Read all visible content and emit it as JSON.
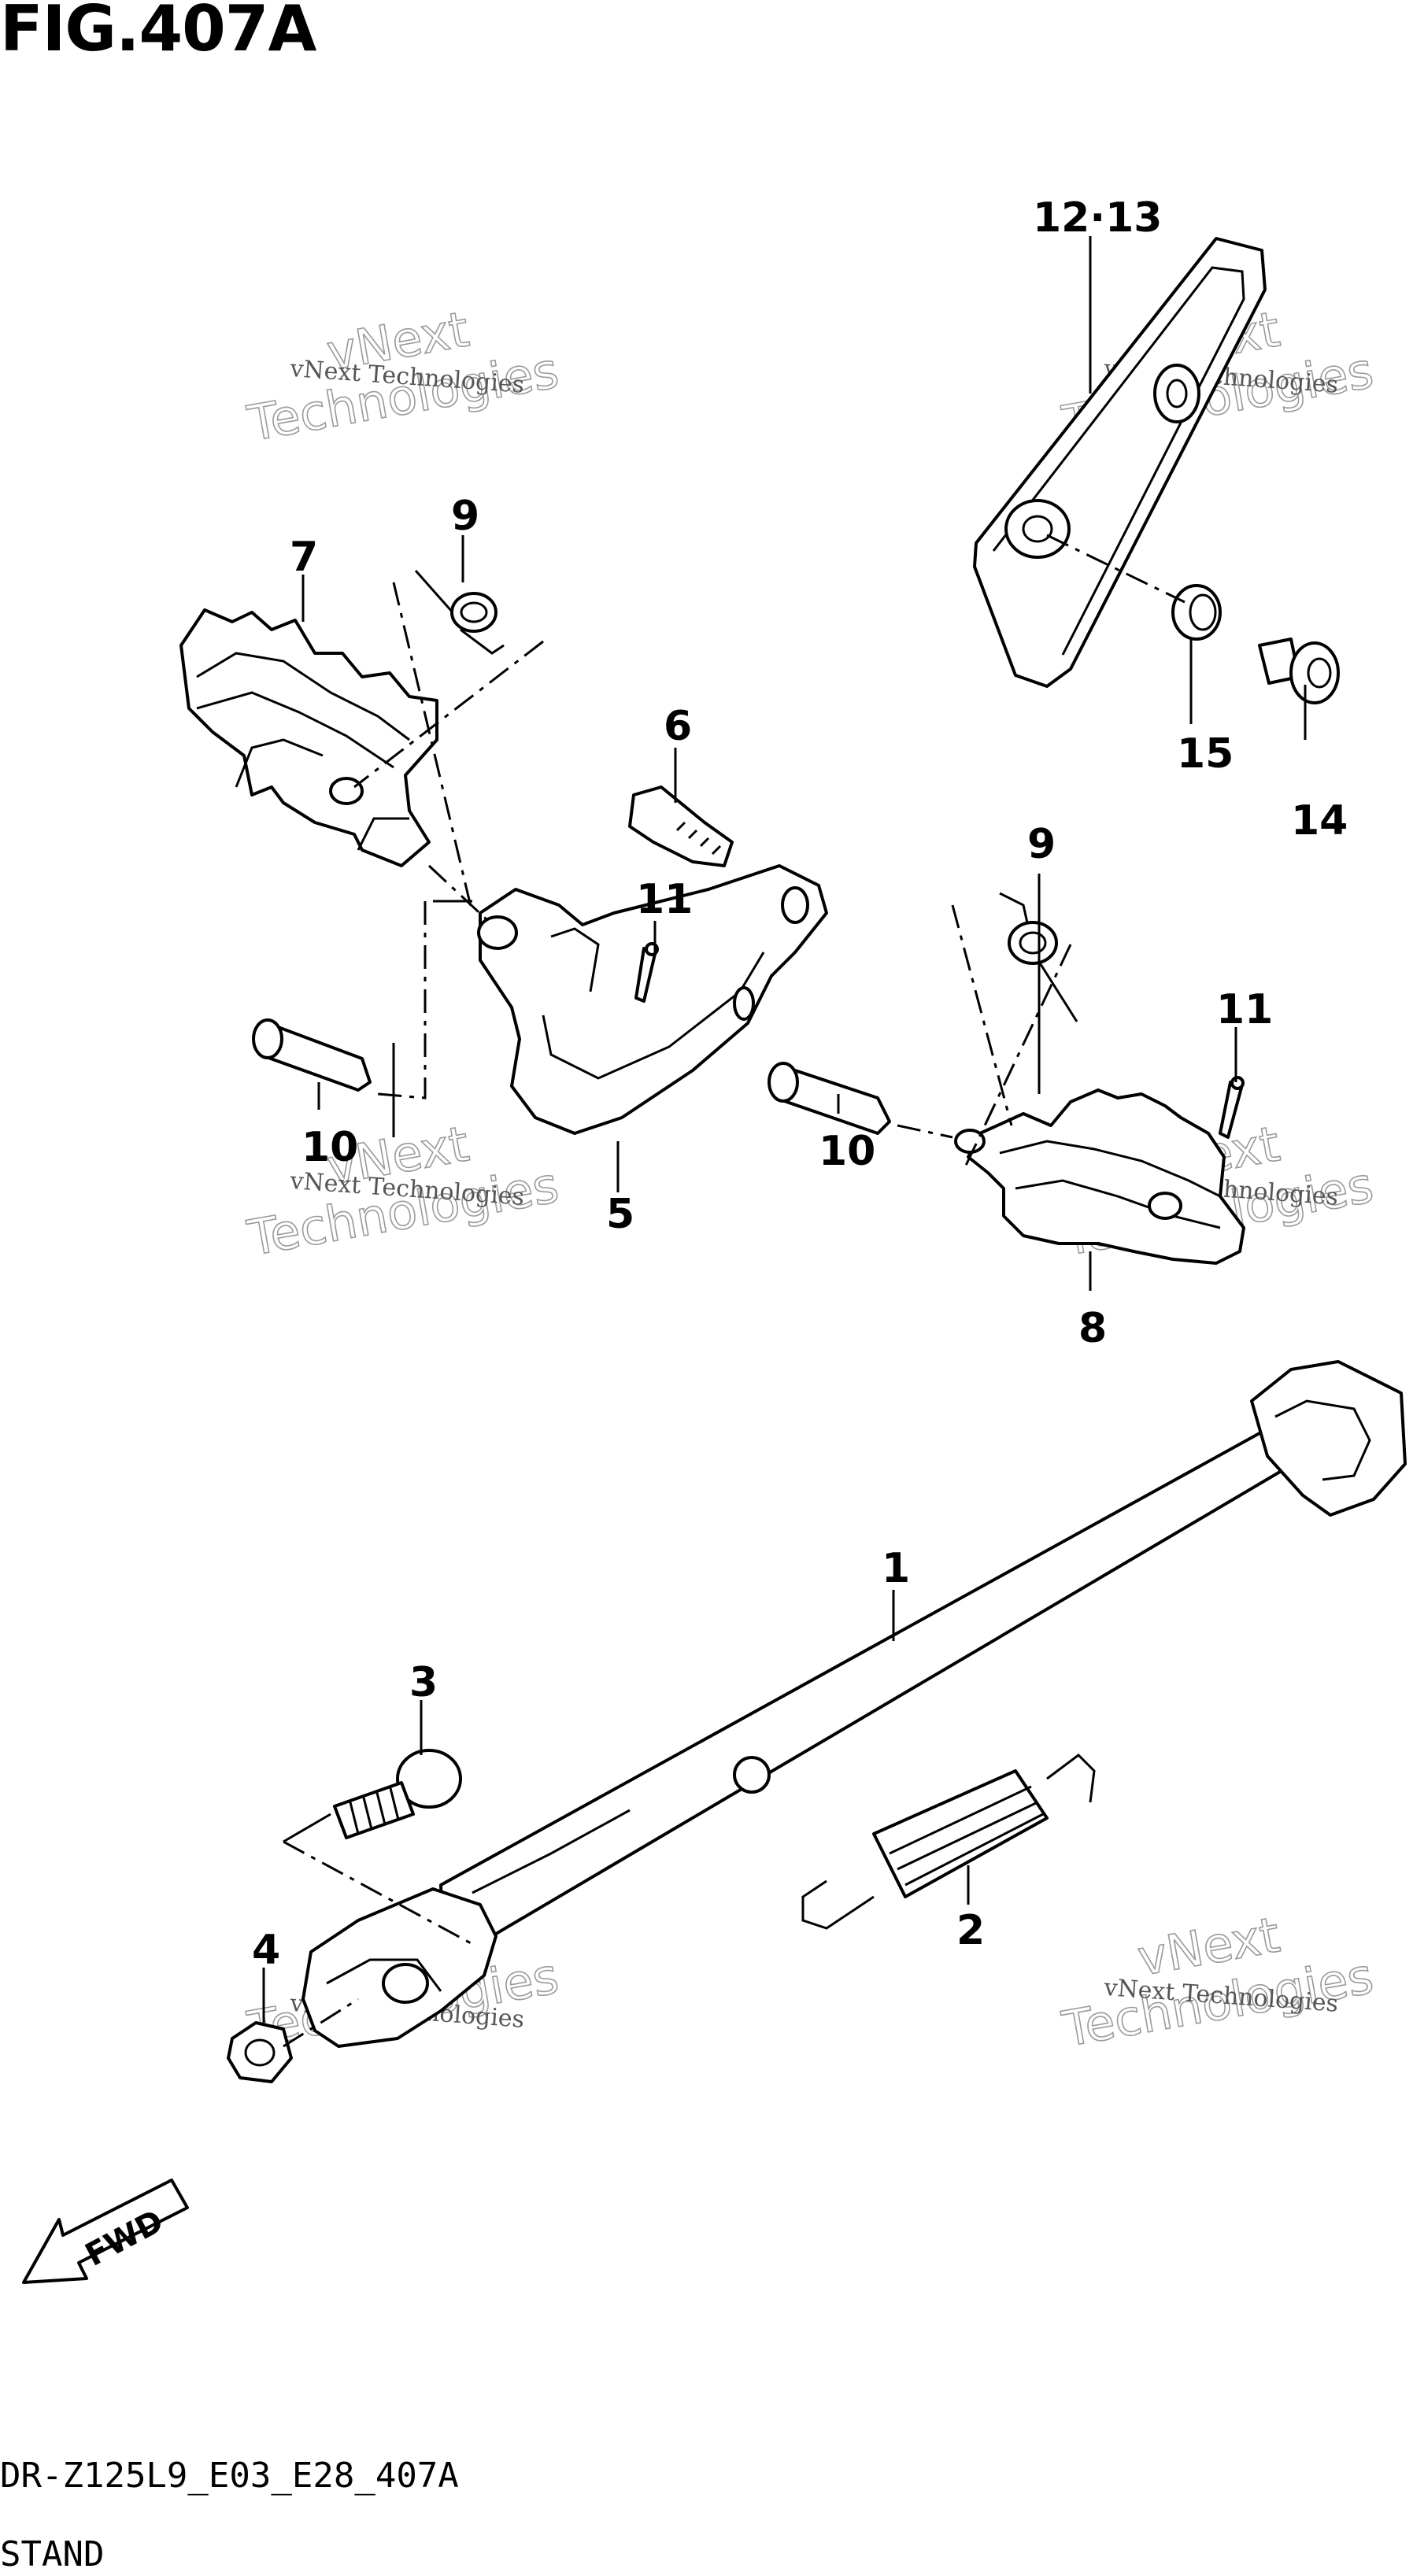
{
  "figure": {
    "title": "FIG.407A",
    "code": "DR-Z125L9_E03_E28_407A",
    "name": "STAND"
  },
  "fwd_label": "FWD",
  "watermark": {
    "line1": "vNext Technologies",
    "line2": "vNext",
    "line3": "Technologies"
  },
  "callouts": {
    "p1": "1",
    "p2": "2",
    "p3": "3",
    "p4": "4",
    "p5": "5",
    "p6": "6",
    "p7": "7",
    "p8": "8",
    "p9a": "9",
    "p9b": "9",
    "p10a": "10",
    "p10b": "10",
    "p11a": "11",
    "p11b": "11",
    "p12_13": "12·13",
    "p14": "14",
    "p15": "15"
  }
}
